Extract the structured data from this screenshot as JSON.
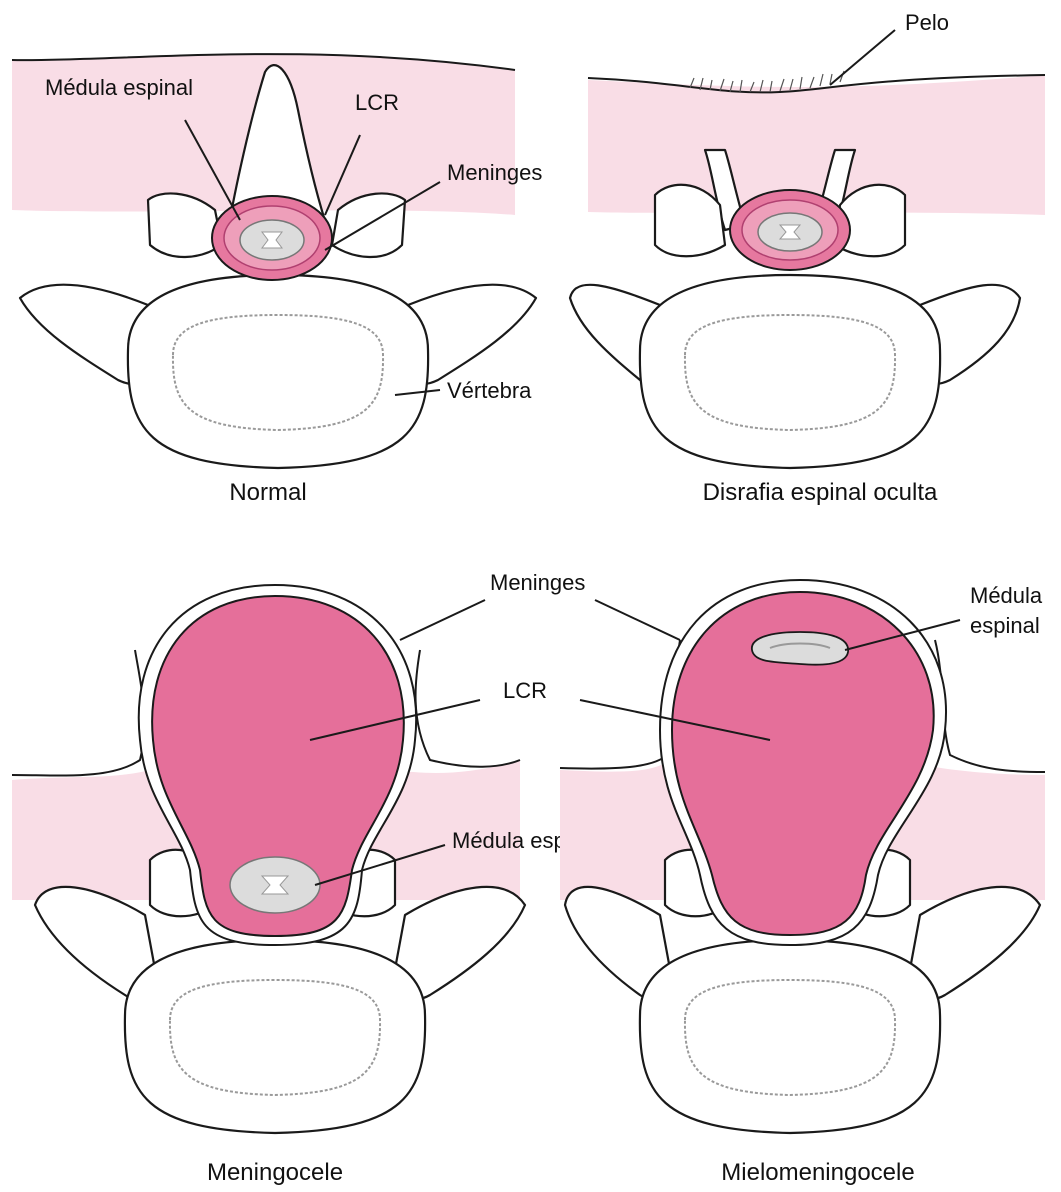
{
  "colors": {
    "skin": "#f9dde6",
    "meninges": "#e6789f",
    "csf": "#e56f9a",
    "cord": "#dcdcdc",
    "outline": "#1a1a1a"
  },
  "panels": {
    "normal": {
      "caption": "Normal",
      "labels": {
        "cord": "Médula espinal",
        "csf": "LCR",
        "meninges": "Meninges",
        "vertebra": "Vértebra"
      }
    },
    "occult": {
      "caption": "Disrafia espinal oculta",
      "labels": {
        "hair": "Pelo"
      }
    },
    "meningocele": {
      "caption": "Meningocele",
      "labels": {
        "meninges": "Meninges",
        "csf": "LCR",
        "cord": "Médula espinal"
      }
    },
    "myelo": {
      "caption": "Mielomeningocele",
      "labels": {
        "cord_line1": "Médula",
        "cord_line2": "espinal"
      }
    }
  }
}
